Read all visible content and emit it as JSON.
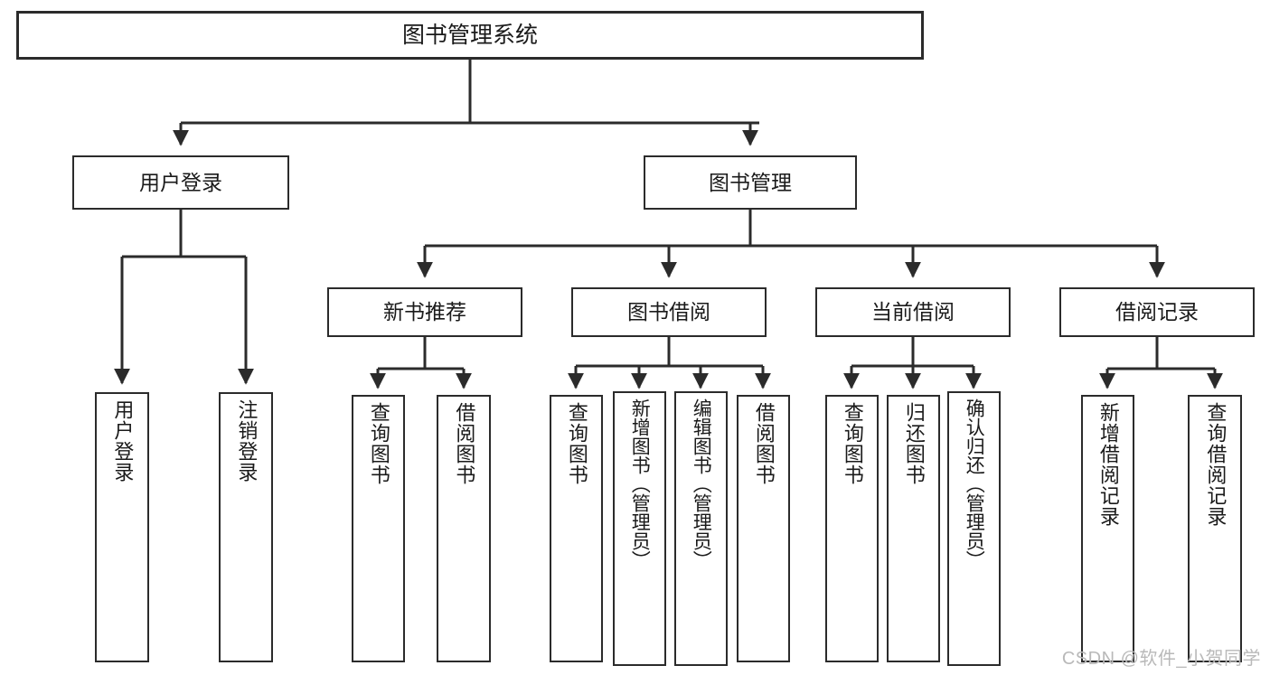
{
  "diagram": {
    "title": "图书管理系统",
    "type": "tree",
    "watermark": "CSDN @软件_小贺同学",
    "colors": {
      "stroke": "#2b2b2b",
      "fill": "#ffffff",
      "text": "#1a1a1a",
      "watermark": "#b9b9b9"
    },
    "root": {
      "label": "图书管理系统"
    },
    "level2": [
      {
        "label": "用户登录"
      },
      {
        "label": "图书管理"
      }
    ],
    "level3": [
      {
        "label": "新书推荐"
      },
      {
        "label": "图书借阅"
      },
      {
        "label": "当前借阅"
      },
      {
        "label": "借阅记录"
      }
    ],
    "leaves": {
      "user_login": [
        {
          "label": "用户登录"
        },
        {
          "label": "注销登录"
        }
      ],
      "new_book": [
        {
          "label": "查询图书"
        },
        {
          "label": "借阅图书"
        }
      ],
      "book_borrow": [
        {
          "label": "查询图书"
        },
        {
          "label": "新增图书（管理员）"
        },
        {
          "label": "编辑图书（管理员）"
        },
        {
          "label": "借阅图书"
        }
      ],
      "current_borrow": [
        {
          "label": "查询图书"
        },
        {
          "label": "归还图书"
        },
        {
          "label": "确认归还（管理员）"
        }
      ],
      "borrow_record": [
        {
          "label": "新增借阅记录"
        },
        {
          "label": "查询借阅记录"
        }
      ]
    }
  }
}
